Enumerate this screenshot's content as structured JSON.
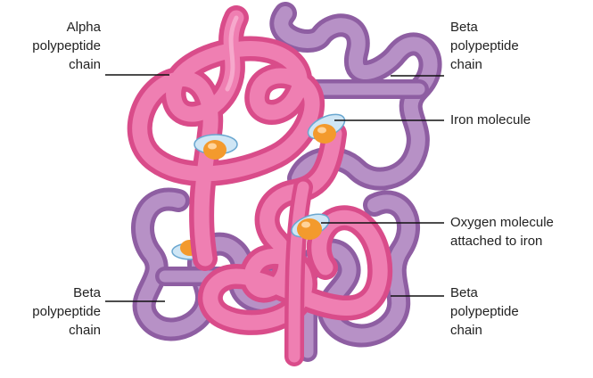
{
  "labels": {
    "alpha_chain": {
      "line1": "Alpha",
      "line2": "polypeptide",
      "line3": "chain"
    },
    "beta_chain_top_right": {
      "line1": "Beta",
      "line2": "polypeptide",
      "line3": "chain"
    },
    "beta_chain_bottom_left": {
      "line1": "Beta",
      "line2": "polypeptide",
      "line3": "chain"
    },
    "beta_chain_bottom_right": {
      "line1": "Beta",
      "line2": "polypeptide",
      "line3": "chain"
    },
    "iron_molecule": "Iron molecule",
    "oxygen_molecule": {
      "line1": "Oxygen molecule",
      "line2": "attached to iron"
    }
  },
  "colors": {
    "alpha_chain": "#e8609c",
    "alpha_chain_light": "#f294bd",
    "beta_chain": "#a77bb6",
    "beta_chain_light": "#c7a6d3",
    "iron_orange": "#f39a2d",
    "heme_ring": "#a9cfe9",
    "leader_line": "#111111"
  }
}
